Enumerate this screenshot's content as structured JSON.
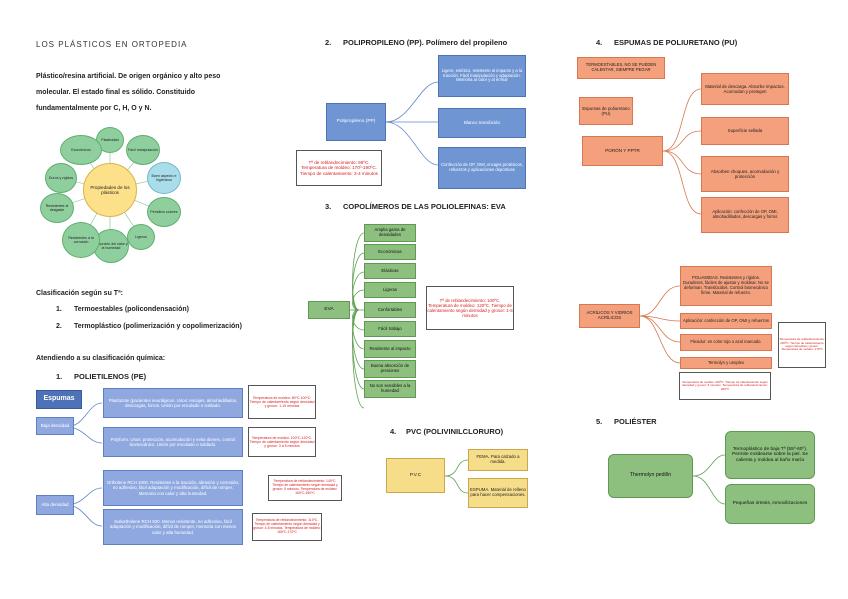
{
  "title": "LOS PLÁSTICOS EN ORTOPEDIA",
  "intro": {
    "line1": "Plástico/resina artificial. De origen orgánico y alto peso",
    "line2": "molecular. El estado final es sólido. Constituido",
    "line3": "fundamentalmente por C, H, O y N."
  },
  "properties": {
    "center": "Propiedades de los plásticos",
    "items": [
      "Plasticidad",
      "Fácil manipulación",
      "Buen aspecto e higiénicos",
      "Pensitivo colores",
      "Ligeros",
      "Absorción del calor y la humedad",
      "Resistentes a la corrosión",
      "Resistentes al desgaste",
      "Duros y rígidos",
      "Económicos"
    ]
  },
  "classification": {
    "heading": "Clasificación según su Tª:",
    "items": [
      {
        "num": "1.",
        "label": "Termoestables (policondensación)"
      },
      {
        "num": "2.",
        "label": "Termoplástico (polimerización y copolimerización)"
      }
    ],
    "chem_heading": "Atendiendo a su clasificación química:"
  },
  "pe": {
    "num": "1.",
    "title": "POLIETILENOS (PE)",
    "espumas": "Espumas",
    "baja": "Baja densidad",
    "alta": "Alta densidad",
    "plastazote": "Plastazote (pacientes neurálgicos. Usos: encajes, almohadillados, descargas, forros. Unión por encolado o soldado.",
    "plastazote_note": "Temperatura de moldeo: 80ºC-100ºC. Tiempo de calentamiento según densidad y grosor: 1-15 minutos",
    "polyform": "Polyform. Usos: protección, acomodación y evita dienes, control biomecánico. Unión por encolado o soldado.",
    "polyform_note": "Temperatura de moldeo: 100ºC-120ºC. Tiempo de calentamiento según densidad y grosor: 3 a 5 minutos",
    "ortholene": "Ortholene RCH 1000. Resistente a la tracción, abrasión y corrosión, no adhesivo, fácil adaptación y modificación, difícil de romper. Memoria con calor y alta humedad.",
    "ortholene_note": "Temperatura de reblandecimiento: 140ºC. Tiempo de calentamiento según densidad y grosor: 5 minutos. Temperatura de moldeo: 160ºC-180ºC",
    "subortholene": "Subortholene RCH 500. Menos resistente, no adhesivo, fácil adaptación y modificación, difícil de romper, memoria con menos calor y alta humedad.",
    "subortholene_note": "Temperatura de reblandecimiento: 110ºC. Tiempo de calentamiento según densidad y grosor: 4-5 minutos. Temperatura de moldeo: 160ºC-170ºC"
  },
  "pp": {
    "num": "2.",
    "title": "POLIPROPILENO (PP). Polímero del propileno",
    "center": "Polipropileno (PP)",
    "props": "Ligero, estético, resistente al impacto y a la tracción. Fácil manipulación y adaptación. Memoria al calor y al enfriar",
    "color": "Blanco translúcido",
    "uses": "Confección de OP, OMI, encajes protésicos, refuerzos y aplicaciones deportivas",
    "note": "Tª de reblandecimiento: 95ºC. Temperatura de moldeo: 170º-190ºC. Tiempo de calentamiento: 3-4 minutos"
  },
  "eva": {
    "num": "3.",
    "title": "COPOLÍMEROS DE LAS POLIOLEFINAS: EVA",
    "center": "EVA",
    "items": [
      "Amplia gama de densidades",
      "Económicas",
      "Elásticas",
      "Ligeras",
      "Confortables",
      "Fácil trabajo",
      "Resistente al impacto",
      "Buena absorción de presiones",
      "No son sensibles a la humedad"
    ],
    "note": "Tª de reblandecimiento: 100ºC. Temperatura de moldeo: 120ºC. Tiempo de calentamiento según densidad y grosor: 1-5 minutos"
  },
  "pvc": {
    "num": "4.",
    "title": "PVC (POLIVINILCLORURO)",
    "center": "P.V.C",
    "items": [
      "FEMA. Para calzado a medida.",
      "ESPUMA. Material de relleno para hacer compensaciones."
    ]
  },
  "pu": {
    "num": "4.",
    "title": "ESPUMAS DE POLIURETANO (PU)",
    "top": "TERMOESTABLES, NO SE PUEDEN CALENTAR, SIEMPRE PEGAR",
    "espumas": "Espumas de poliuretano (PU)",
    "poron": "PORÓN Y PPTR",
    "items": [
      "Material de descarga. Absorbe impactos. Acomodan y protegen",
      "Superficie sellada",
      "Absorben choques, acomodación y protección",
      "Aplicación: confección de OP, OMI, almohadillados, descargas y forros"
    ]
  },
  "acrilicos": {
    "center": "ACRÍLICOS Y VIDRIOS ACRÍLICOS",
    "items": [
      "POLIAMIDAS. Resistentes y rígidos. Duraderos, fáciles de ajustar y moldear. No se deforman. Translúcidos. Control biomecánico firme. Material de refuerzo.",
      "Aplicación: confección de OP, OMI y refuerzos",
      "Flexidur: en color rojo o azul marcado.",
      "Termolyn y unoplex"
    ],
    "note_right": "Temperatura de reblandecimiento: 200ºC. Tiempo de calentamiento según densidad y grosor. Temperatura de moldeo: 170ºC",
    "note_bottom": "Temperatura de moldeo: 200ºC. Tiempo de calentamiento según densidad y grosor: 6 minutos. Temperatura de reblandecimiento: 200ºC"
  },
  "poliester": {
    "num": "5.",
    "title": "POLIÉSTER",
    "center": "Thermolyn pedilín",
    "items": [
      "Termoplástico de baja Tª (55º-60º). Permite moldearse sobre la piel. Se calienta y moldea al baño maría",
      "Pequeñas órtesis, inmovilizaciones"
    ]
  },
  "colors": {
    "blue": "#6f95d3",
    "green": "#8dc07f",
    "salmon": "#f4a07c",
    "red": "#d62020"
  }
}
